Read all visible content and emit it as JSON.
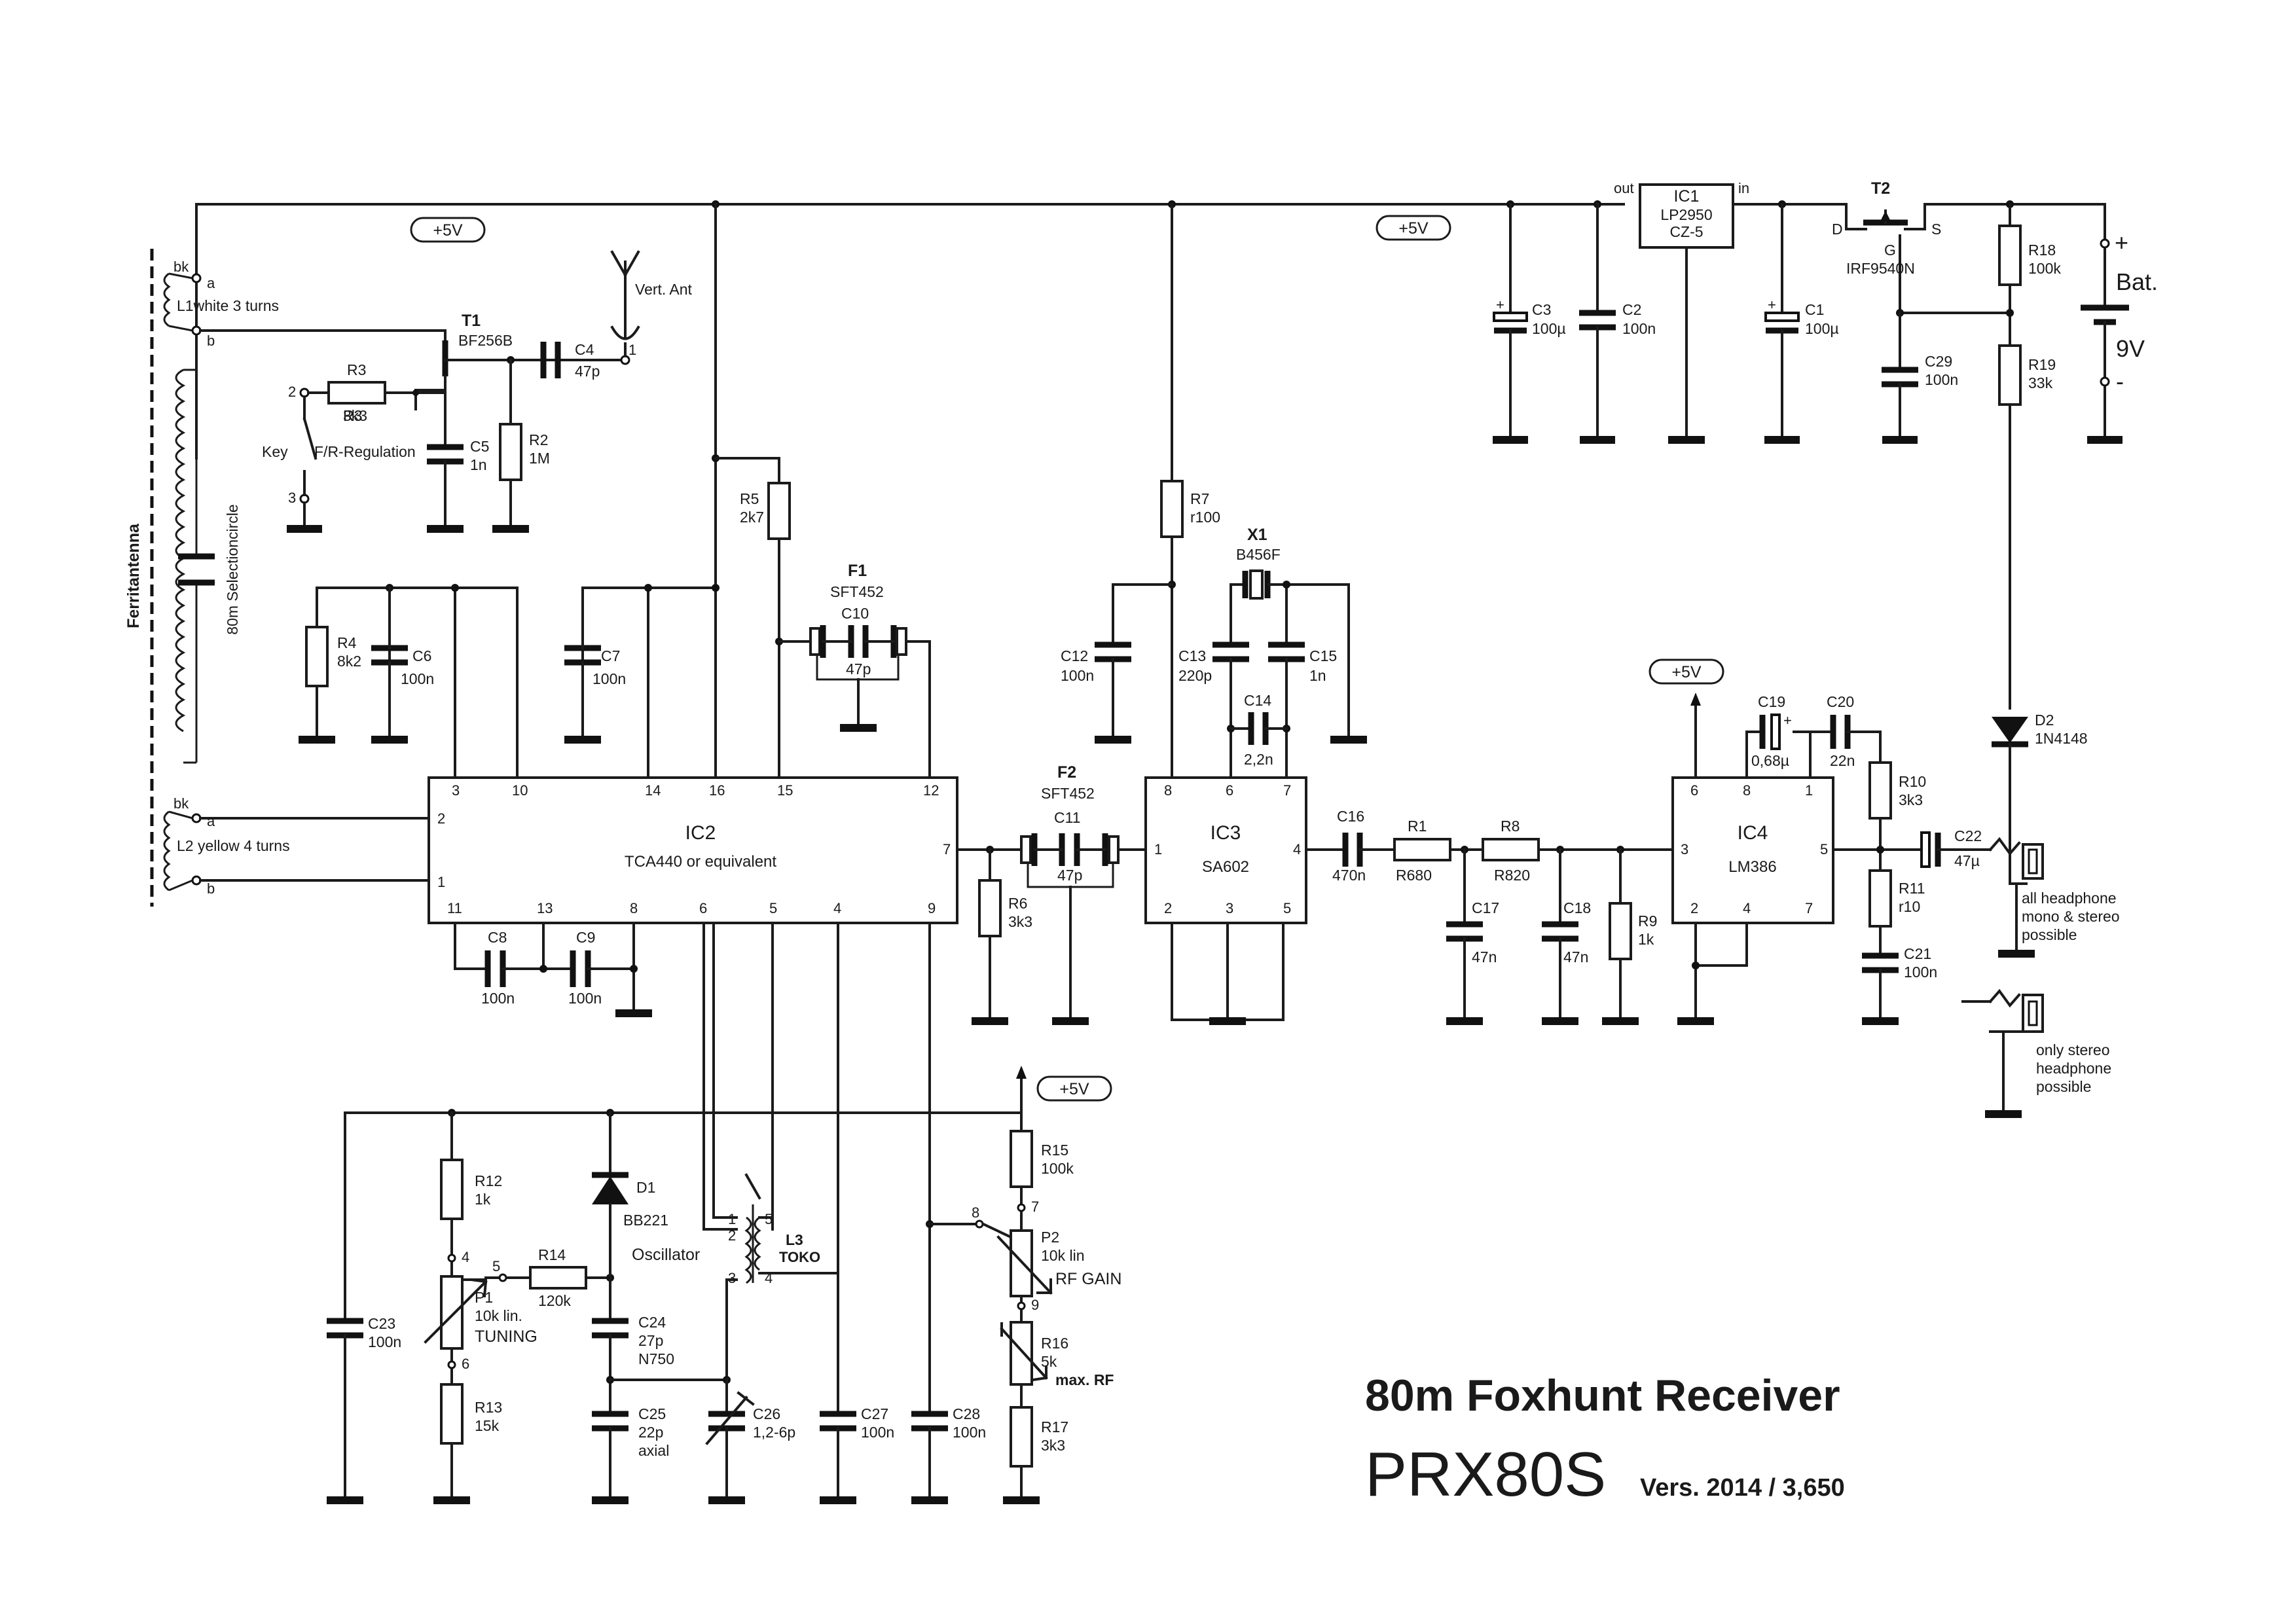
{
  "title": "80m Foxhunt Receiver",
  "model": "PRX80S",
  "version": "Vers. 2014 / 3,650",
  "supply_tags": {
    "main_left": "+5V",
    "main_right": "+5V",
    "audio": "+5V",
    "osc": "+5V"
  },
  "battery": {
    "label": "Bat.",
    "voltage": "9V",
    "plus": "+",
    "minus": "-"
  },
  "antenna": {
    "ferrite_label": "Ferritantenna",
    "selection_circle": "80m Selectioncircle",
    "l1": "L1white   3 turns",
    "l2": "L2 yellow  4 turns",
    "bk": "bk",
    "a": "a",
    "b": "b",
    "vert_ant": "Vert. Ant",
    "key": "Key",
    "fr_regulation": "F/R-Regulation",
    "pin1": "1",
    "pin2": "2",
    "pin3": "3"
  },
  "ics": {
    "ic1": {
      "ref": "IC1",
      "name": "LP2950",
      "sub": "CZ-5",
      "out": "out",
      "in": "in"
    },
    "ic2": {
      "ref": "IC2",
      "name": "TCA440 or equivalent",
      "pins": {
        "p3": "3",
        "p10": "10",
        "p14": "14",
        "p16": "16",
        "p15": "15",
        "p12": "12",
        "p2": "2",
        "p1": "1",
        "p7": "7",
        "p11": "11",
        "p13": "13",
        "p8": "8",
        "p6": "6",
        "p5": "5",
        "p4": "4",
        "p9": "9"
      }
    },
    "ic3": {
      "ref": "IC3",
      "name": "SA602",
      "pins": {
        "p8": "8",
        "p6": "6",
        "p7": "7",
        "p1": "1",
        "p4": "4",
        "p2": "2",
        "p3": "3",
        "p5": "5"
      }
    },
    "ic4": {
      "ref": "IC4",
      "name": "LM386",
      "pins": {
        "p6": "6",
        "p8": "8",
        "p1": "1",
        "p3": "3",
        "p5": "5",
        "p2": "2",
        "p4": "4",
        "p7": "7"
      }
    }
  },
  "transistors": {
    "t1": {
      "ref": "T1",
      "type": "BF256B"
    },
    "t2": {
      "ref": "T2",
      "type": "IRF9540N",
      "d": "D",
      "g": "G",
      "s": "S"
    }
  },
  "filters": {
    "f1": {
      "ref": "F1",
      "type": "SFT452"
    },
    "f2": {
      "ref": "F2",
      "type": "SFT452"
    },
    "x1": {
      "ref": "X1",
      "type": "B456F"
    }
  },
  "resistors": {
    "R2": "1M",
    "R3": "3k3",
    "R4": "8k2",
    "R5": "2k7",
    "R6": "3k3",
    "R7": "r100",
    "R1": "R680",
    "R8": "R820",
    "R9": "1k",
    "R10": "3k3",
    "R11": "r10",
    "R12": "1k",
    "R13": "15k",
    "R14": "120k",
    "R15": "100k",
    "R16": "5k",
    "R17": "3k3",
    "R18": "100k",
    "R19": "33k"
  },
  "capacitors": {
    "C1": "100µ",
    "C2": "100n",
    "C3": "100µ",
    "C4": "47p",
    "C5": "1n",
    "C6": "100n",
    "C7": "100n",
    "C8": "100n",
    "C9": "100n",
    "C10": "47p",
    "C11": "47p",
    "C12": "100n",
    "C13": "220p",
    "C14": "2,2n",
    "C15": "1n",
    "C16": "470n",
    "C17": "47n",
    "C18": "47n",
    "C19": "0,68µ",
    "C20": "22n",
    "C21": "100n",
    "C22": "47µ",
    "C23": "100n",
    "C24": "27p",
    "C24b": "N750",
    "C25": "22p",
    "C25b": "axial",
    "C26": "1,2-6p",
    "C27": "100n",
    "C28": "100n",
    "C29": "100n"
  },
  "diodes": {
    "d1": {
      "ref": "D1",
      "type": "BB221"
    },
    "d2": {
      "ref": "D2",
      "type": "1N4148"
    }
  },
  "oscillator": {
    "label": "Oscillator",
    "l3": "L3",
    "l3_type": "TOKO",
    "p1": "1",
    "p2": "2",
    "p3": "3",
    "p4": "4",
    "p5": "5"
  },
  "pots": {
    "p1": {
      "ref": "P1",
      "value": "10k lin.",
      "function": "TUNING",
      "pin4": "4",
      "pin5": "5",
      "pin6": "6"
    },
    "p2": {
      "ref": "P2",
      "value": "10k lin",
      "function": "RF GAIN",
      "pin7": "7",
      "pin8": "8",
      "pin9": "9"
    },
    "r16_note": "max. RF"
  },
  "headphone": {
    "all_1": "all headphone",
    "all_2": "mono & stereo",
    "all_3": "possible",
    "only_1": "only stereo",
    "only_2": "headphone",
    "only_3": "possible"
  },
  "icons": [
    "antenna-icon",
    "ground-icon",
    "battery-icon",
    "headphone-jack-icon",
    "switch-icon"
  ]
}
